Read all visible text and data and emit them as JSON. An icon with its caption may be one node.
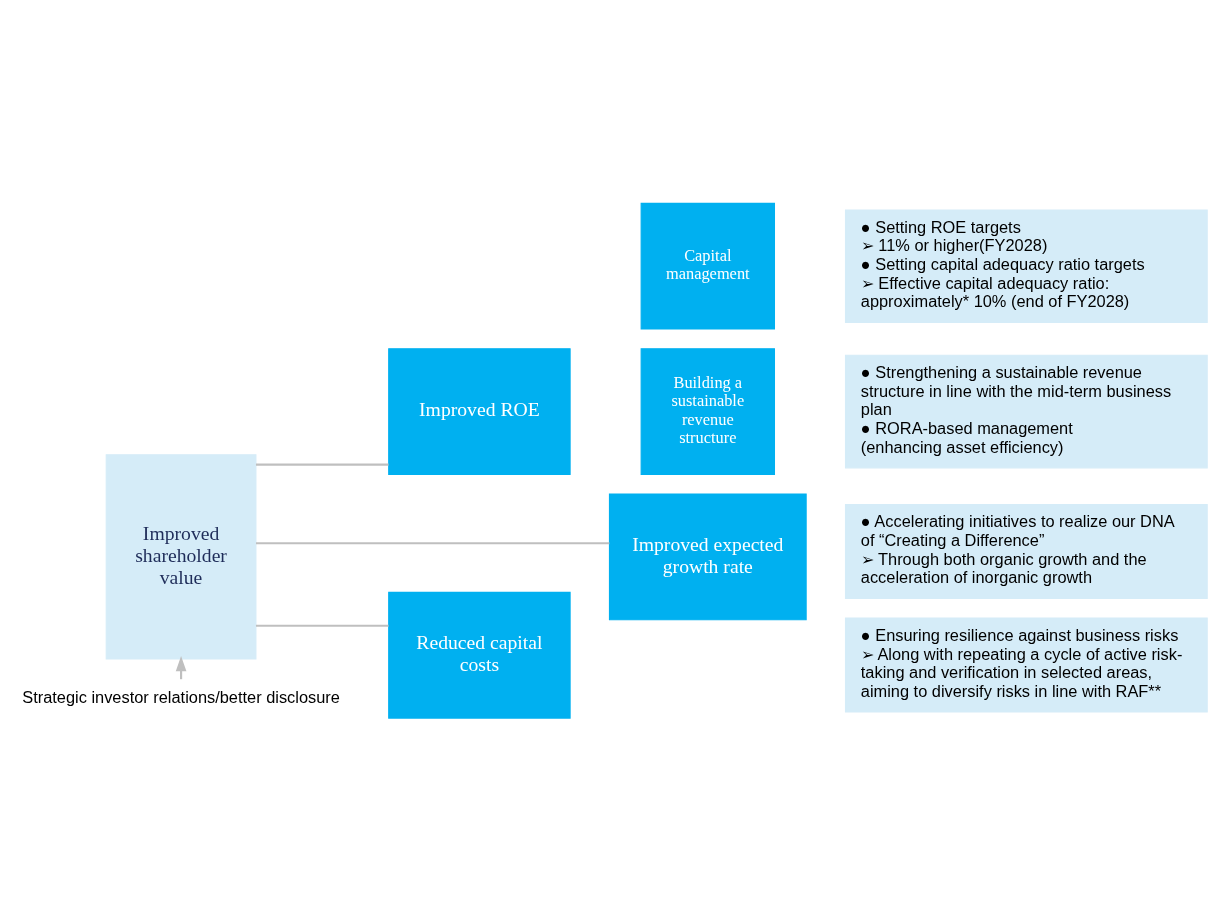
{
  "diagram": {
    "nodes": [
      {
        "text": [
          "Improved shareholder value"
        ]
      },
      {
        "text": [
          "Improved ROE"
        ]
      },
      {
        "text": [
          "Capital management"
        ]
      },
      {
        "text": [
          "● Setting ROE targets",
          "➢ 11% or higher(FY2028)",
          "● Setting capital adequacy ratio targets",
          "➢ Effective capital adequacy ratio: approximately* 10% (end of FY2028)"
        ]
      },
      {
        "text": [
          "Building a sustainable revenue structure"
        ]
      },
      {
        "text": [
          "● Strengthening a sustainable revenue structure in line with the mid-term business plan",
          "● RORA-based management",
          "(enhancing asset efficiency)"
        ]
      },
      {
        "text": [
          "Improved expected growth rate"
        ]
      },
      {
        "text": [
          "● Accelerating initiatives to realize our DNA of “Creating a Difference”",
          "➢ Through both organic growth and the acceleration of inorganic growth"
        ]
      },
      {
        "text": [
          "Reduced capital costs"
        ]
      },
      {
        "text": [
          "● Ensuring resilience against business risks",
          "➢ Along with repeating a cycle of active risk-taking and verification in selected areas, aiming to diversify risks in line with RAF**"
        ]
      },
      {
        "text": [
          "Strategic investor relations/better disclosure"
        ]
      }
    ],
    "edges": [
      {
        "from": 0,
        "to": 1,
        "arrow": "none"
      },
      {
        "from": 0,
        "to": 6,
        "arrow": "none"
      },
      {
        "from": 0,
        "to": 8,
        "arrow": "none"
      },
      {
        "from": 10,
        "to": 0,
        "arrow": "to"
      }
    ]
  }
}
